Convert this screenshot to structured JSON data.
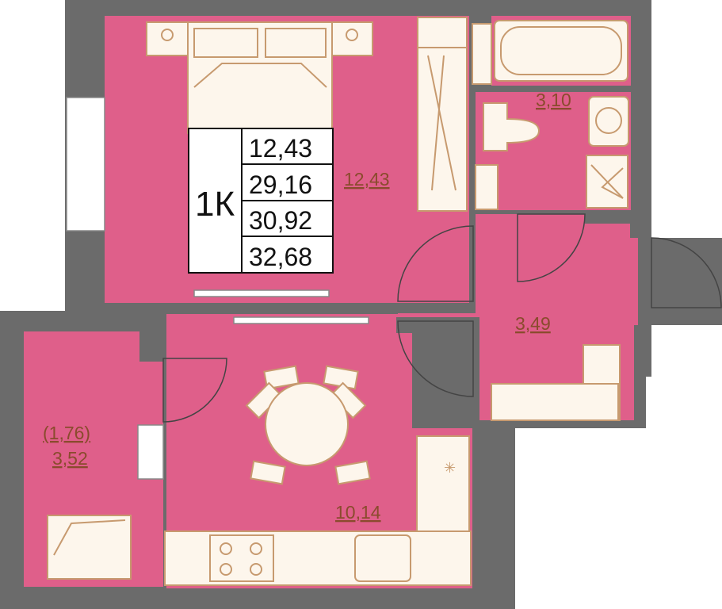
{
  "plan": {
    "type_label": "1К",
    "summary_values": [
      "12,43",
      "29,16",
      "30,92",
      "32,68"
    ],
    "rooms": {
      "bedroom": "12,43",
      "bathroom": "3,10",
      "hall": "3,49",
      "kitchen": "10,14",
      "balcony_half": "(1,76)",
      "balcony_full": "3,52"
    }
  },
  "colors": {
    "room_fill": "#df5f8a",
    "wall": "#6b6b6b",
    "furniture": "#fdf6ec",
    "furniture_stroke": "#c79a6f",
    "label": "#8a4b2d"
  }
}
